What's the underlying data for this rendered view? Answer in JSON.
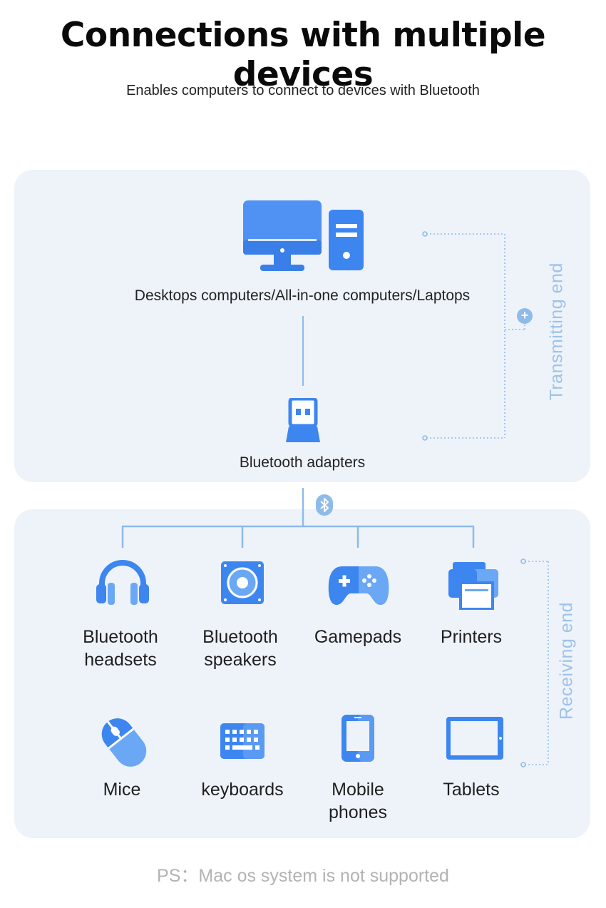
{
  "header": {
    "title": "Connections with multiple devices",
    "subtitle": "Enables computers to connect to devices with Bluetooth"
  },
  "transmitting": {
    "computer_label": "Desktops computers/All-in-one computers/Laptops",
    "adapter_label": "Bluetooth adapters",
    "side_label": "Transmitting end",
    "plus_symbol": "+"
  },
  "receiving": {
    "side_label": "Receiving end",
    "devices": [
      {
        "label_line1": "Bluetooth",
        "label_line2": "headsets",
        "icon": "headset-icon"
      },
      {
        "label_line1": "Bluetooth",
        "label_line2": "speakers",
        "icon": "speaker-icon"
      },
      {
        "label_line1": "Gamepads",
        "label_line2": "",
        "icon": "gamepad-icon"
      },
      {
        "label_line1": "Printers",
        "label_line2": "",
        "icon": "printer-icon"
      },
      {
        "label_line1": "Mice",
        "label_line2": "",
        "icon": "mouse-icon"
      },
      {
        "label_line1": "keyboards",
        "label_line2": "",
        "icon": "keyboard-icon"
      },
      {
        "label_line1": "Mobile",
        "label_line2": "phones",
        "icon": "mobile-phone-icon"
      },
      {
        "label_line1": "Tablets",
        "label_line2": "",
        "icon": "tablet-icon"
      }
    ]
  },
  "footer": {
    "note": "PS：Mac os system is not supported"
  },
  "colors": {
    "accent": "#3d86f0",
    "accent_light": "#6aa8f5",
    "line": "#8ebbe9",
    "panel": "#eef3fa",
    "side_text": "#9ec2ea"
  }
}
